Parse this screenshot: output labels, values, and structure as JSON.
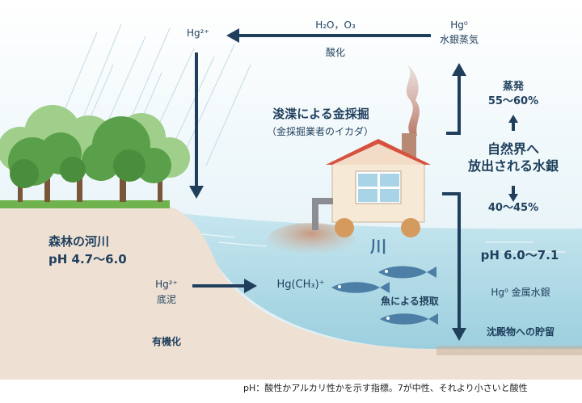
{
  "top": {
    "hg2_top": "Hg²⁺",
    "h2o_o3": "H₂O，O₃",
    "oxidation": "酸化",
    "hg0_top": "Hg⁰",
    "mercury_vapor": "水銀蒸気"
  },
  "dredge": {
    "title": "浚渫による金採掘",
    "subtitle": "（金採掘業者のイカダ）"
  },
  "right": {
    "evaporation": "蒸発",
    "evap_pct": "55〜60%",
    "release_line1": "自然界へ",
    "release_line2": "放出される水銀",
    "sink_pct": "40〜45%",
    "ph_river": "pH 6.0〜7.1",
    "metal_hg": "Hg⁰ 金属水銀",
    "sediment_storage": "沈殿物への貯留"
  },
  "left": {
    "forest_river_line1": "森林の河川",
    "forest_river_line2": "pH 4.7〜6.0",
    "hg2_sed": "Hg²⁺",
    "sediment": "底泥",
    "methyl": "Hg(CH₃)⁺",
    "organification": "有機化",
    "river_char": "川",
    "fish_intake": "魚による摂取"
  },
  "footnote": "pH：酸性かアルカリ性かを示す指標。7が中性、それより小さいと酸性",
  "colors": {
    "arrow": "#1f3f5c",
    "sky": "#e7f3f8",
    "water": "#b4dde9",
    "ground": "#ede0d3",
    "roof": "#d6523f",
    "fish": "#4d7ea5",
    "tree": "#5aa04a"
  },
  "icons": [
    "arrow-icon",
    "tree-icon",
    "house-icon",
    "fish-icon",
    "rain-icon",
    "smoke-icon"
  ]
}
